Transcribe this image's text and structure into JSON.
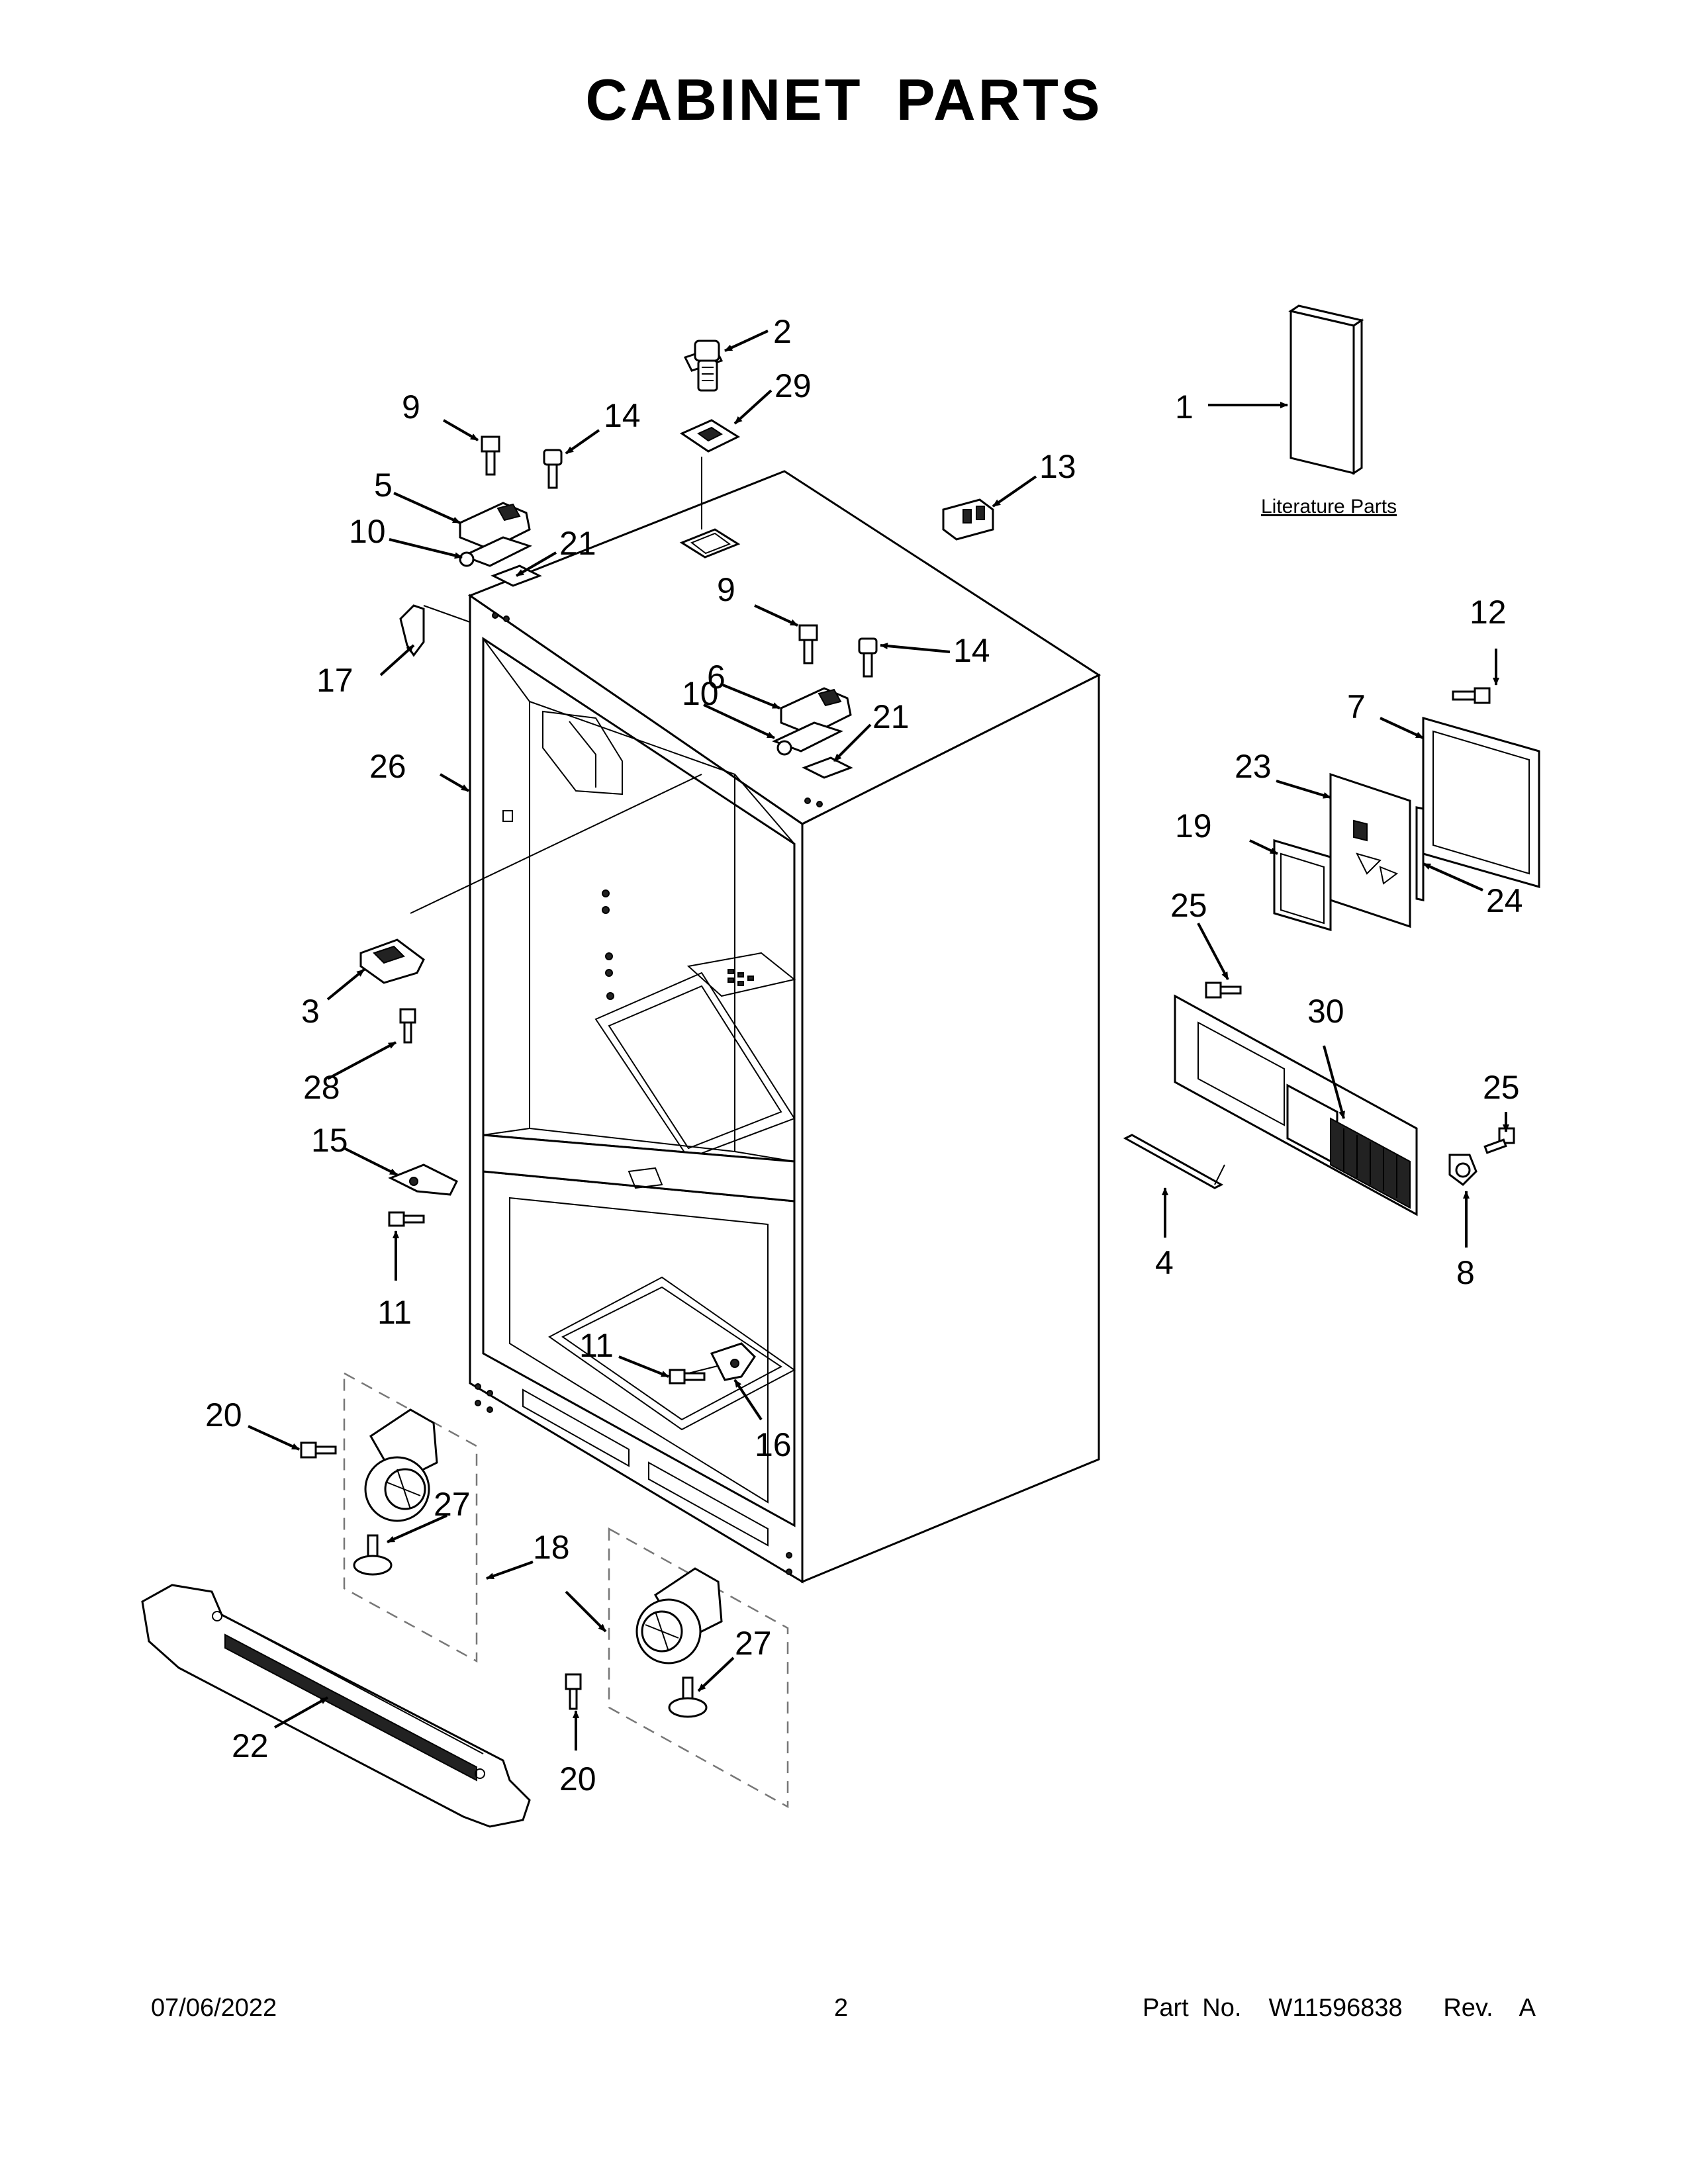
{
  "title": "CABINET PARTS",
  "literature_label": "Literature Parts",
  "callouts": {
    "c1": "1",
    "c2": "2",
    "c3": "3",
    "c4": "4",
    "c5": "5",
    "c6": "6",
    "c7": "7",
    "c8": "8",
    "c9a": "9",
    "c9b": "9",
    "c10a": "10",
    "c10b": "10",
    "c11a": "11",
    "c11b": "11",
    "c12": "12",
    "c13": "13",
    "c14a": "14",
    "c14b": "14",
    "c15": "15",
    "c16": "16",
    "c17": "17",
    "c18": "18",
    "c19": "19",
    "c20a": "20",
    "c20b": "20",
    "c21a": "21",
    "c21b": "21",
    "c22": "22",
    "c23": "23",
    "c24": "24",
    "c25a": "25",
    "c25b": "25",
    "c26": "26",
    "c27a": "27",
    "c27b": "27",
    "c28": "28",
    "c29": "29",
    "c30": "30"
  },
  "footer": {
    "date": "07/06/2022",
    "page": "2",
    "part": "Part No.  W11596838   Rev.  A"
  }
}
